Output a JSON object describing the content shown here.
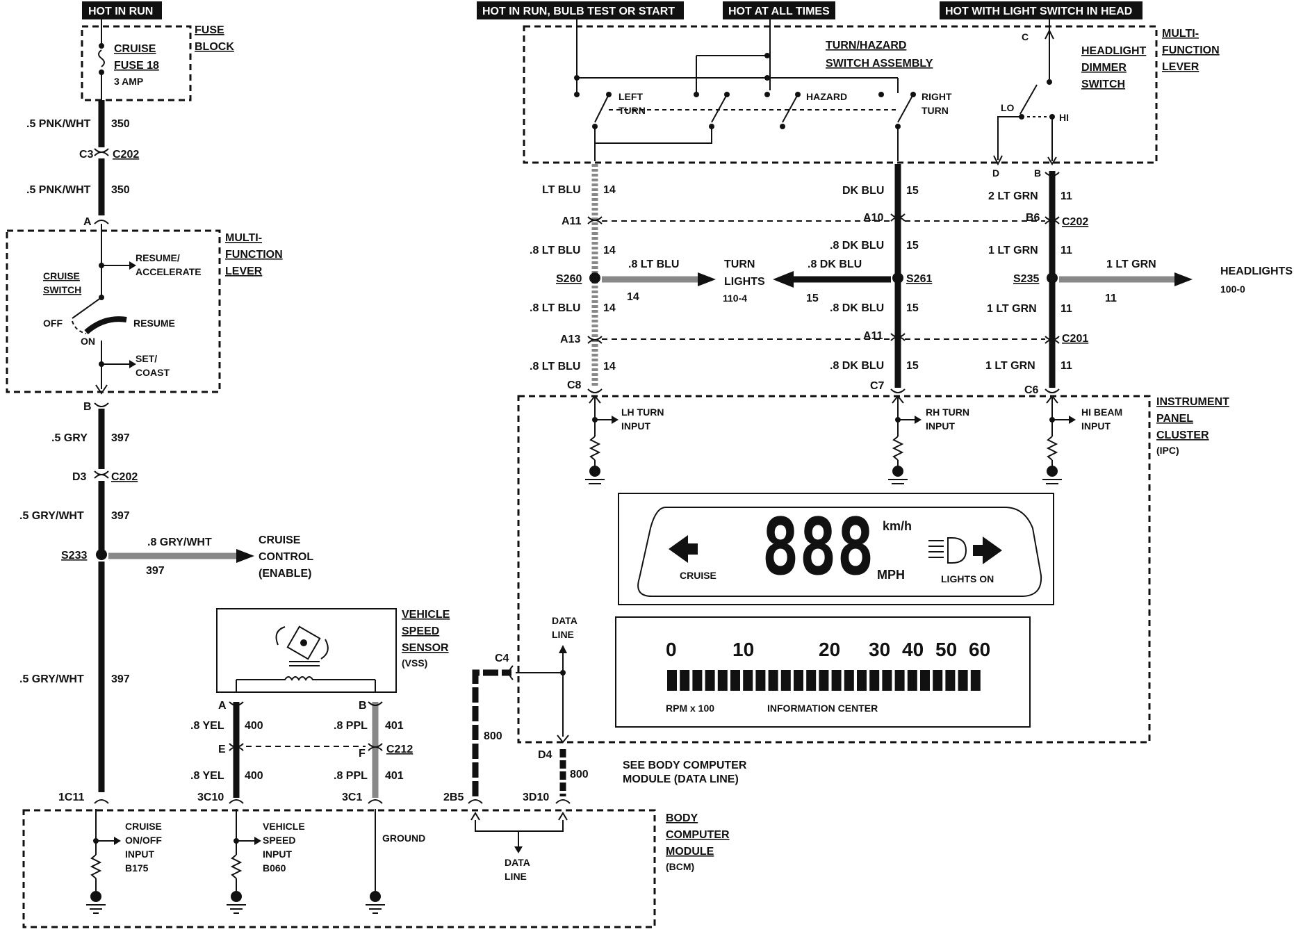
{
  "headers": {
    "hot_in_run": "HOT IN RUN",
    "hot_in_run_bulb": "HOT IN RUN, BULB TEST OR START",
    "hot_at_all_times": "HOT AT ALL TIMES",
    "hot_with_light": "HOT WITH LIGHT SWITCH IN HEAD"
  },
  "fuse": {
    "label1": "CRUISE",
    "label2": "FUSE 18",
    "rating": "3 AMP",
    "block1": "FUSE",
    "block2": "BLOCK"
  },
  "left": {
    "w1_color": ".5 PNK/WHT",
    "w1_num": "350",
    "c3": "C3",
    "c202a": "C202",
    "w2_color": ".5 PNK/WHT",
    "w2_num": "350",
    "a": "A",
    "mfl1": "MULTI-",
    "mfl2": "FUNCTION",
    "mfl3": "LEVER",
    "cruise_sw1": "CRUISE",
    "cruise_sw2": "SWITCH",
    "resume_acc1": "RESUME/",
    "resume_acc2": "ACCELERATE",
    "off": "OFF",
    "on": "ON",
    "resume": "RESUME",
    "set1": "SET/",
    "set2": "COAST",
    "b": "B",
    "w3_color": ".5 GRY",
    "w3_num": "397",
    "d3": "D3",
    "c202b": "C202",
    "w4_color": ".5 GRY/WHT",
    "w4_num": "397",
    "s233": "S233",
    "branch_color": ".8 GRY/WHT",
    "branch_num": "397",
    "cc1": "CRUISE",
    "cc2": "CONTROL",
    "cc3": "(ENABLE)",
    "w5_color": ".5 GRY/WHT",
    "w5_num": "397",
    "c1c11": "1C11"
  },
  "vss": {
    "t1": "VEHICLE",
    "t2": "SPEED",
    "t3": "SENSOR",
    "t4": "(VSS)",
    "a": "A",
    "b": "B",
    "w400a": ".8 YEL",
    "n400a": "400",
    "w401a": ".8 PPL",
    "n401a": "401",
    "e": "E",
    "f": "F",
    "c212": "C212",
    "w400b": ".8 YEL",
    "n400b": "400",
    "w401b": ".8 PPL",
    "n401b": "401",
    "c3c10": "3C10",
    "c3c1": "3C1"
  },
  "data_line": {
    "c4": "C4",
    "dl1": "DATA",
    "dl2": "LINE",
    "n800a": "800",
    "d4": "D4",
    "n800b": "800",
    "see1": "SEE BODY COMPUTER",
    "see2": "MODULE (DATA LINE)",
    "c2b5": "2B5",
    "c3d10": "3D10",
    "dl3": "DATA",
    "dl4": "LINE"
  },
  "bcm": {
    "t1": "BODY",
    "t2": "COMPUTER",
    "t3": "MODULE",
    "t4": "(BCM)",
    "cruise1": "CRUISE",
    "cruise2": "ON/OFF",
    "cruise3": "INPUT",
    "cruise4": "B175",
    "vs1": "VEHICLE",
    "vs2": "SPEED",
    "vs3": "INPUT",
    "vs4": "B060",
    "ground": "GROUND"
  },
  "turn": {
    "t1": "TURN/HAZARD",
    "t2": "SWITCH ASSEMBLY",
    "left1": "LEFT",
    "left2": "TURN",
    "hazard": "HAZARD",
    "right1": "RIGHT",
    "right2": "TURN"
  },
  "headlight": {
    "t1": "HEADLIGHT",
    "t2": "DIMMER",
    "t3": "SWITCH",
    "m1": "MULTI-",
    "m2": "FUNCTION",
    "m3": "LEVER",
    "c": "C",
    "lo": "LO",
    "hi": "HI",
    "d": "D",
    "b": "B"
  },
  "col14": {
    "w1": "LT BLU",
    "n1": "14",
    "a11": "A11",
    "w2": ".8 LT BLU",
    "n2": "14",
    "s260": "S260",
    "br_w": ".8 LT BLU",
    "br_n": "14",
    "w3": ".8 LT BLU",
    "n3": "14",
    "a13": "A13",
    "w4": ".8 LT BLU",
    "n4": "14",
    "c8": "C8"
  },
  "col15": {
    "w1": "DK BLU",
    "n1": "15",
    "a10": "A10",
    "w2": ".8 DK BLU",
    "n2": "15",
    "s261": "S261",
    "br_w": ".8 DK BLU",
    "br_n": "15",
    "w3": ".8 DK BLU",
    "n3": "15",
    "a11": "A11",
    "w4": ".8 DK BLU",
    "n4": "15",
    "c7": "C7"
  },
  "turn_lights": {
    "t1": "TURN",
    "t2": "LIGHTS",
    "t3": "110-4"
  },
  "col11": {
    "w1": "2 LT GRN",
    "n1": "11",
    "b6": "B6",
    "c202": "C202",
    "w2": "1 LT GRN",
    "n2": "11",
    "s235": "S235",
    "br_w": "1 LT GRN",
    "br_n": "11",
    "w3": "1 LT GRN",
    "n3": "11",
    "c201": "C201",
    "w4": "1 LT GRN",
    "n4": "11",
    "c6": "C6"
  },
  "headlights": {
    "t1": "HEADLIGHTS",
    "t2": "100-0"
  },
  "ipc": {
    "t1": "INSTRUMENT",
    "t2": "PANEL",
    "t3": "CLUSTER",
    "t4": "(IPC)",
    "lh1": "LH TURN",
    "lh2": "INPUT",
    "rh1": "RH TURN",
    "rh2": "INPUT",
    "hi1": "HI BEAM",
    "hi2": "INPUT",
    "digits": "888",
    "kmh": "km/h",
    "mph": "MPH",
    "cruise": "CRUISE",
    "lights_on": "LIGHTS ON",
    "scale": [
      "0",
      "10",
      "20",
      "30",
      "40",
      "50",
      "60"
    ],
    "rpm": "RPM x 100",
    "info": "INFORMATION  CENTER"
  },
  "colors": {
    "ink": "#111111",
    "paper": "#ffffff",
    "shade": "#888888"
  },
  "icons": [
    "fuse-icon",
    "ground-icon",
    "resistor-icon",
    "arrow-left-icon",
    "arrow-right-icon",
    "headlight-icon",
    "sensor-icon"
  ]
}
